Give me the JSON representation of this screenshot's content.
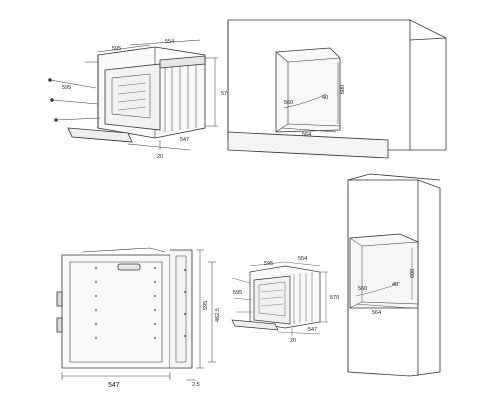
{
  "views": {
    "oven_top_perspective": {
      "dims": {
        "width": "554",
        "depth": "595",
        "side_depth": "595",
        "height": "570",
        "door_depth": "547",
        "door_offset": "20"
      }
    },
    "cabinet_top": {
      "dims": {
        "niche_width": "560",
        "depth": "40",
        "height": "600",
        "width_min": "564"
      }
    },
    "oven_front_section": {
      "dims": {
        "width": "547",
        "height": "595",
        "inner_height": "462.5",
        "offset": "2.5"
      }
    },
    "oven_small_perspective": {
      "dims": {
        "width": "554",
        "depth": "595",
        "side_depth": "595",
        "height": "570",
        "door_depth": "547",
        "door_offset": "20"
      }
    },
    "cabinet_tall": {
      "dims": {
        "niche_width": "560",
        "depth": "40",
        "height": "600",
        "width_min": "564"
      }
    }
  }
}
